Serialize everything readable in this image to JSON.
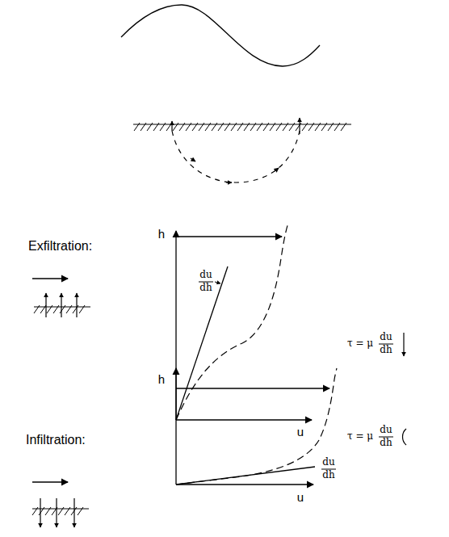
{
  "diagram": {
    "labels": [
      "Exfiltration:",
      "h",
      "du",
      "dh",
      "τ = μ",
      "du",
      "dh",
      "u",
      "Infiltration:",
      "h",
      "τ = μ",
      "du",
      "dh",
      "du",
      "dh",
      "u"
    ]
  }
}
